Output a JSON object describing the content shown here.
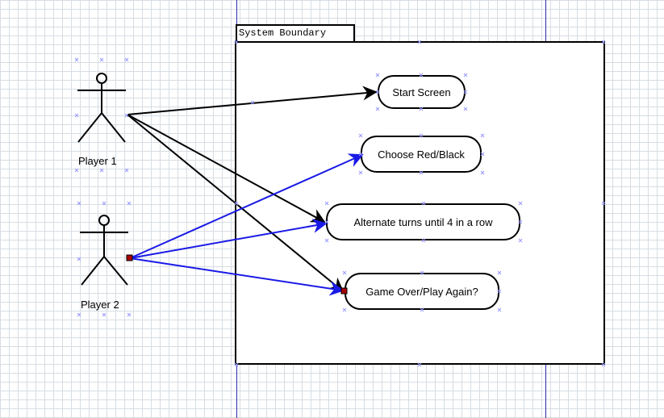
{
  "boundary": {
    "title": "System Boundary"
  },
  "actors": [
    {
      "label": "Player 1"
    },
    {
      "label": "Player 2"
    }
  ],
  "use_cases": [
    {
      "label": "Start Screen"
    },
    {
      "label": "Choose Red/Black"
    },
    {
      "label": "Alternate turns until 4 in a row"
    },
    {
      "label": "Game Over/Play Again?"
    }
  ],
  "colors": {
    "player1_association": "#000000",
    "player2_association": "#1a1ae6",
    "guide_line": "#2b2bb0",
    "selection_handle": "#9999ff",
    "anchor_square": "#aa0000"
  },
  "associations": [
    {
      "from": "Player 1",
      "to": "Start Screen"
    },
    {
      "from": "Player 1",
      "to": "Alternate turns until 4 in a row"
    },
    {
      "from": "Player 1",
      "to": "Game Over/Play Again?"
    },
    {
      "from": "Player 2",
      "to": "Choose Red/Black"
    },
    {
      "from": "Player 2",
      "to": "Alternate turns until 4 in a row"
    },
    {
      "from": "Player 2",
      "to": "Game Over/Play Again?"
    }
  ]
}
